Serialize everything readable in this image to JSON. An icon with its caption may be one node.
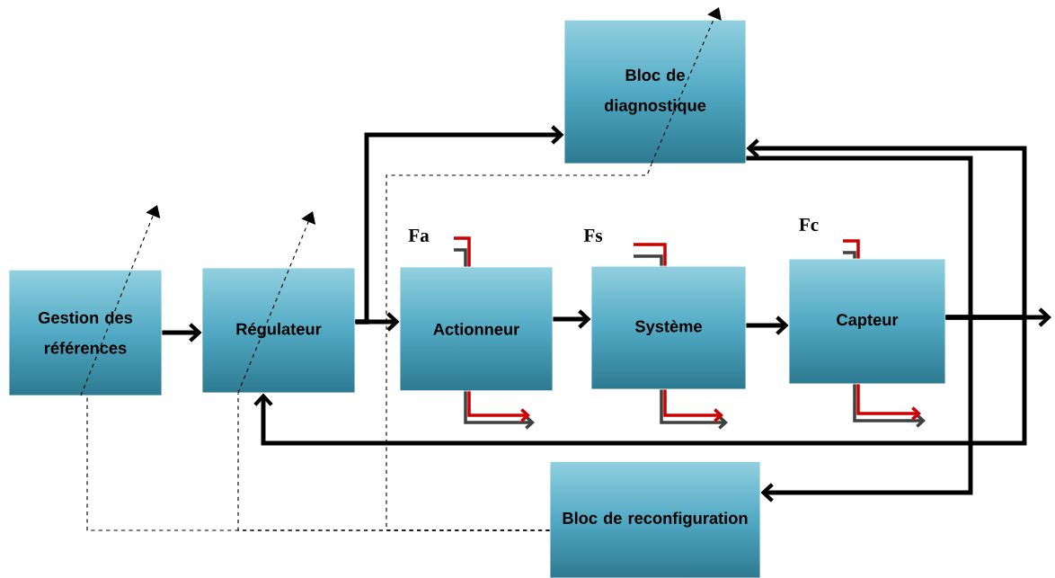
{
  "diagram": {
    "nodes": [
      {
        "text": [
          "Bloc de diagnostique"
        ]
      },
      {
        "text": [
          "Gestion des références"
        ]
      },
      {
        "text": [
          "Régulateur"
        ]
      },
      {
        "text": [
          "Actionneur"
        ]
      },
      {
        "text": [
          "Système"
        ]
      },
      {
        "text": [
          "Capteur"
        ]
      },
      {
        "text": [
          "Bloc de reconfiguration"
        ]
      }
    ],
    "edges": [
      {
        "from": 1,
        "to": 2,
        "arrow": "to"
      },
      {
        "from": 2,
        "to": 3,
        "arrow": "to"
      },
      {
        "from": 2,
        "to": 0,
        "arrow": "to"
      },
      {
        "from": 3,
        "to": 4,
        "arrow": "to"
      },
      {
        "from": 4,
        "to": 5,
        "arrow": "to"
      },
      {
        "from": 5,
        "to": null,
        "arrow": "to"
      },
      {
        "from": 5,
        "to": 0,
        "arrow": "to"
      },
      {
        "from": 5,
        "to": 2,
        "arrow": "to"
      },
      {
        "from": 0,
        "to": 6,
        "arrow": "to"
      },
      {
        "from": 6,
        "to": 1,
        "arrow": "none",
        "style": "dashed"
      },
      {
        "from": 6,
        "to": 2,
        "arrow": "none",
        "style": "dashed"
      },
      {
        "from": 6,
        "to": 0,
        "arrow": "none",
        "style": "dashed"
      }
    ],
    "labels": [
      "Fa",
      "Fs",
      "Fc"
    ]
  }
}
